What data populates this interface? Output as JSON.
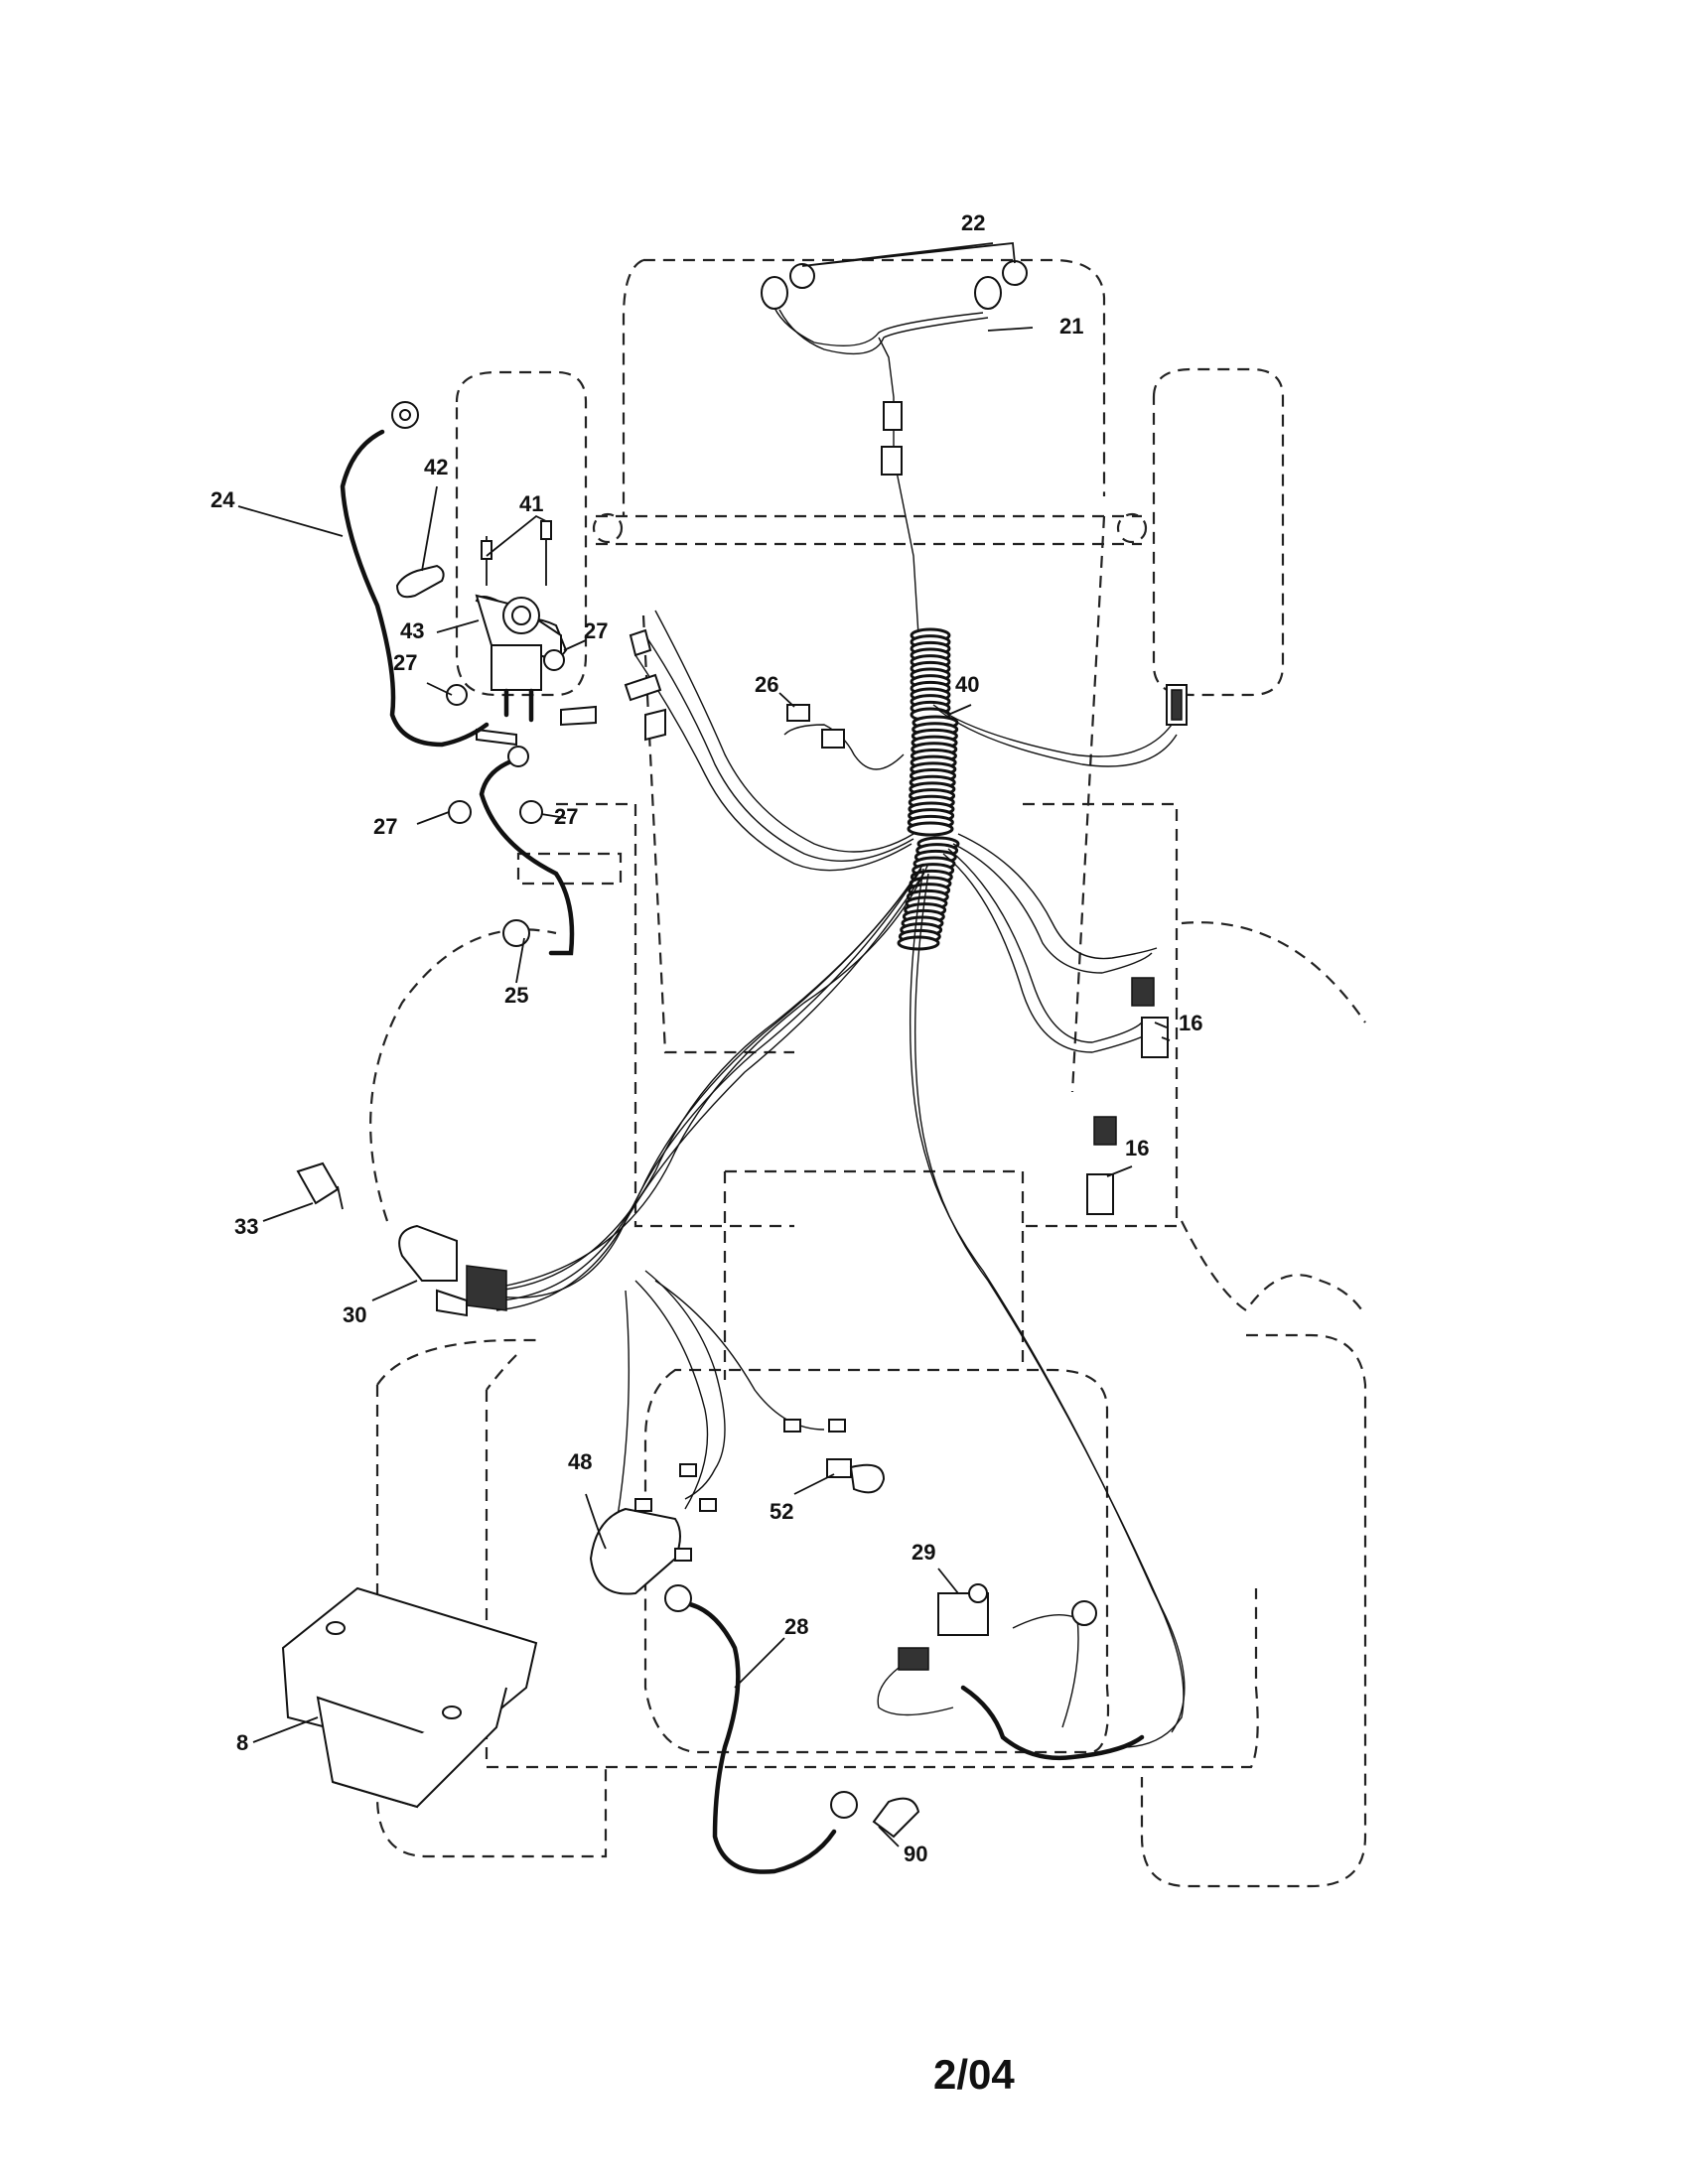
{
  "callouts": {
    "c22": "22",
    "c21": "21",
    "c24": "24",
    "c42": "42",
    "c41": "41",
    "c43": "43",
    "c27a": "27",
    "c27b": "27",
    "c27c": "27",
    "c27d": "27",
    "c26": "26",
    "c40": "40",
    "c25": "25",
    "c16a": "16",
    "c16b": "16",
    "c33": "33",
    "c30": "30",
    "c48": "48",
    "c52": "52",
    "c29": "29",
    "c28": "28",
    "c8": "8",
    "c90": "90"
  },
  "footer": {
    "date_code": "2/04"
  }
}
